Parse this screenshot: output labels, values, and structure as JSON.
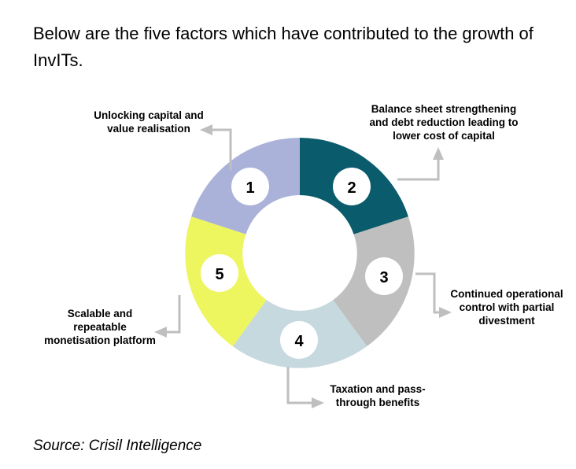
{
  "title": "Below are the five factors which have contributed to the growth of InvITs.",
  "source": "Source: Crisil Intelligence",
  "chart_data": {
    "type": "pie",
    "title": "Five factors contributing to the growth of InvITs",
    "subtype": "donut",
    "legend_position": "callout-labels",
    "segment_count": 5,
    "segments": [
      {
        "number": "1",
        "label": "Unlocking capital and value realisation",
        "color": "#aab2da",
        "value": 20,
        "start_angle": 288,
        "end_angle": 360,
        "arrow": "up-then-left"
      },
      {
        "number": "2",
        "label": "Balance sheet strengthening and debt reduction leading to lower cost of capital",
        "color": "#0a5b6b",
        "value": 20,
        "start_angle": 0,
        "end_angle": 72,
        "arrow": "right-then-up"
      },
      {
        "number": "3",
        "label": "Continued operational control with partial divestment",
        "color": "#bfbfbf",
        "value": 20,
        "start_angle": 72,
        "end_angle": 144,
        "arrow": "right-then-down-then-right"
      },
      {
        "number": "4",
        "label": "Taxation and pass-through benefits",
        "color": "#c6d9de",
        "value": 20,
        "start_angle": 144,
        "end_angle": 216,
        "arrow": "down-then-right"
      },
      {
        "number": "5",
        "label": "Scalable and repeatable monetisation platform",
        "color": "#edf55f",
        "value": 20,
        "start_angle": 216,
        "end_angle": 288,
        "arrow": "down-then-left"
      }
    ],
    "colors": {
      "segment_1": "#aab2da",
      "segment_2": "#0a5b6b",
      "segment_3": "#bfbfbf",
      "segment_4": "#c6d9de",
      "segment_5": "#edf55f",
      "connector": "#bfbfbf",
      "badge_fill": "#ffffff",
      "text": "#000000",
      "background": "#ffffff"
    }
  }
}
